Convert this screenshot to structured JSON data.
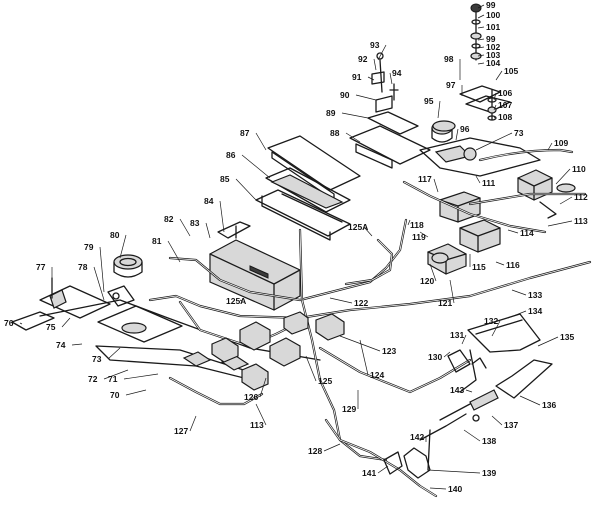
{
  "callouts": [
    {
      "label": "99"
    },
    {
      "label": "100"
    },
    {
      "label": "101"
    },
    {
      "label": "99"
    },
    {
      "label": "102"
    },
    {
      "label": "103"
    },
    {
      "label": "104"
    },
    {
      "label": "98"
    },
    {
      "label": "105"
    },
    {
      "label": "97"
    },
    {
      "label": "106"
    },
    {
      "label": "107"
    },
    {
      "label": "108"
    },
    {
      "label": "93"
    },
    {
      "label": "92"
    },
    {
      "label": "94"
    },
    {
      "label": "91"
    },
    {
      "label": "90"
    },
    {
      "label": "89"
    },
    {
      "label": "95"
    },
    {
      "label": "96"
    },
    {
      "label": "88"
    },
    {
      "label": "73"
    },
    {
      "label": "109"
    },
    {
      "label": "87"
    },
    {
      "label": "86"
    },
    {
      "label": "117"
    },
    {
      "label": "110"
    },
    {
      "label": "111"
    },
    {
      "label": "112"
    },
    {
      "label": "85"
    },
    {
      "label": "113"
    },
    {
      "label": "84"
    },
    {
      "label": "125A"
    },
    {
      "label": "118"
    },
    {
      "label": "119"
    },
    {
      "label": "83"
    },
    {
      "label": "82"
    },
    {
      "label": "114"
    },
    {
      "label": "80"
    },
    {
      "label": "116"
    },
    {
      "label": "115"
    },
    {
      "label": "81"
    },
    {
      "label": "79"
    },
    {
      "label": "120"
    },
    {
      "label": "77"
    },
    {
      "label": "78"
    },
    {
      "label": "133"
    },
    {
      "label": "125A"
    },
    {
      "label": "122"
    },
    {
      "label": "121"
    },
    {
      "label": "134"
    },
    {
      "label": "75"
    },
    {
      "label": "74"
    },
    {
      "label": "76"
    },
    {
      "label": "132"
    },
    {
      "label": "135"
    },
    {
      "label": "123"
    },
    {
      "label": "131"
    },
    {
      "label": "73"
    },
    {
      "label": "130"
    },
    {
      "label": "72"
    },
    {
      "label": "124"
    },
    {
      "label": "71"
    },
    {
      "label": "143"
    },
    {
      "label": "70"
    },
    {
      "label": "125"
    },
    {
      "label": "126"
    },
    {
      "label": "129"
    },
    {
      "label": "136"
    },
    {
      "label": "113"
    },
    {
      "label": "137"
    },
    {
      "label": "127"
    },
    {
      "label": "142"
    },
    {
      "label": "138"
    },
    {
      "label": "128"
    },
    {
      "label": "139"
    },
    {
      "label": "141"
    },
    {
      "label": "140"
    }
  ]
}
